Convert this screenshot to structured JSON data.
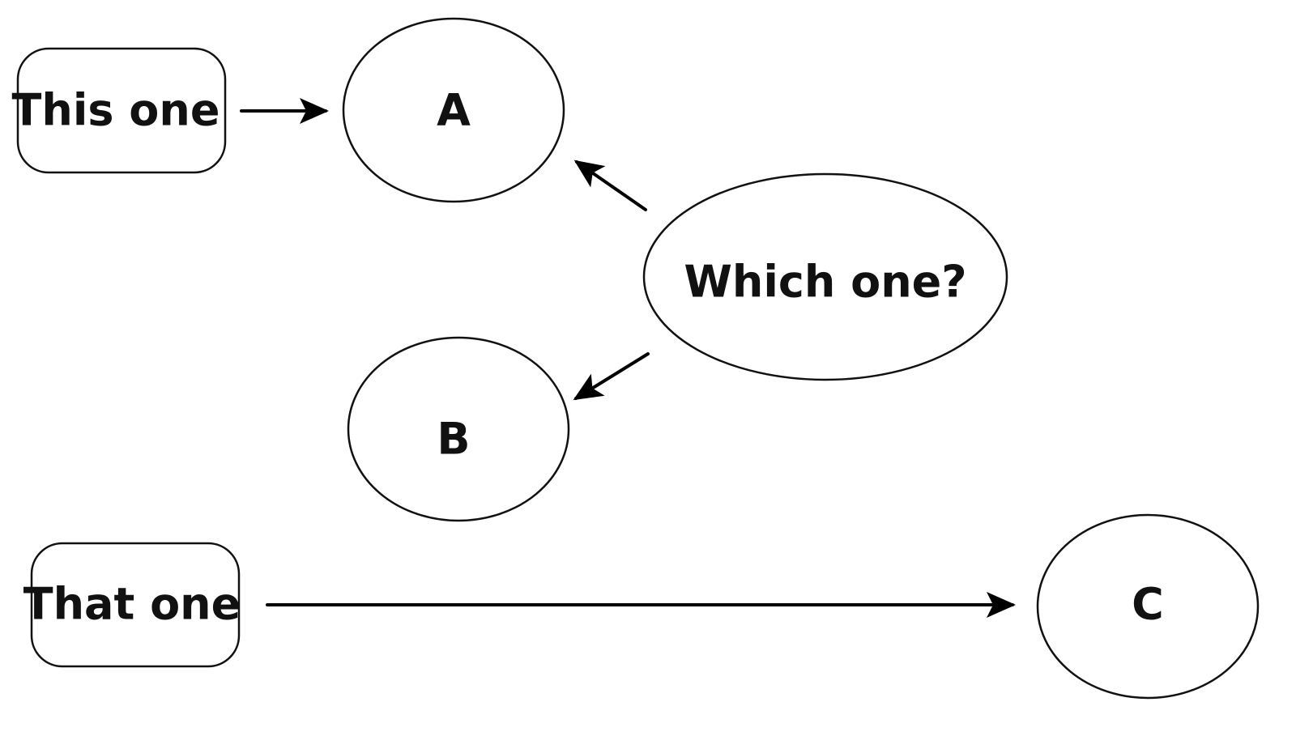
{
  "nodes": {
    "this_one": {
      "label": "This one"
    },
    "that_one": {
      "label": "That one"
    },
    "a": {
      "label": "A"
    },
    "b": {
      "label": "B"
    },
    "c": {
      "label": "C"
    },
    "which_one": {
      "label": "Which one?"
    }
  },
  "edges": [
    {
      "from": "This one",
      "to": "A"
    },
    {
      "from": "Which one?",
      "to": "A"
    },
    {
      "from": "Which one?",
      "to": "B"
    },
    {
      "from": "That one",
      "to": "C"
    }
  ],
  "colors": {
    "stroke": "#111111",
    "background": "#ffffff"
  }
}
